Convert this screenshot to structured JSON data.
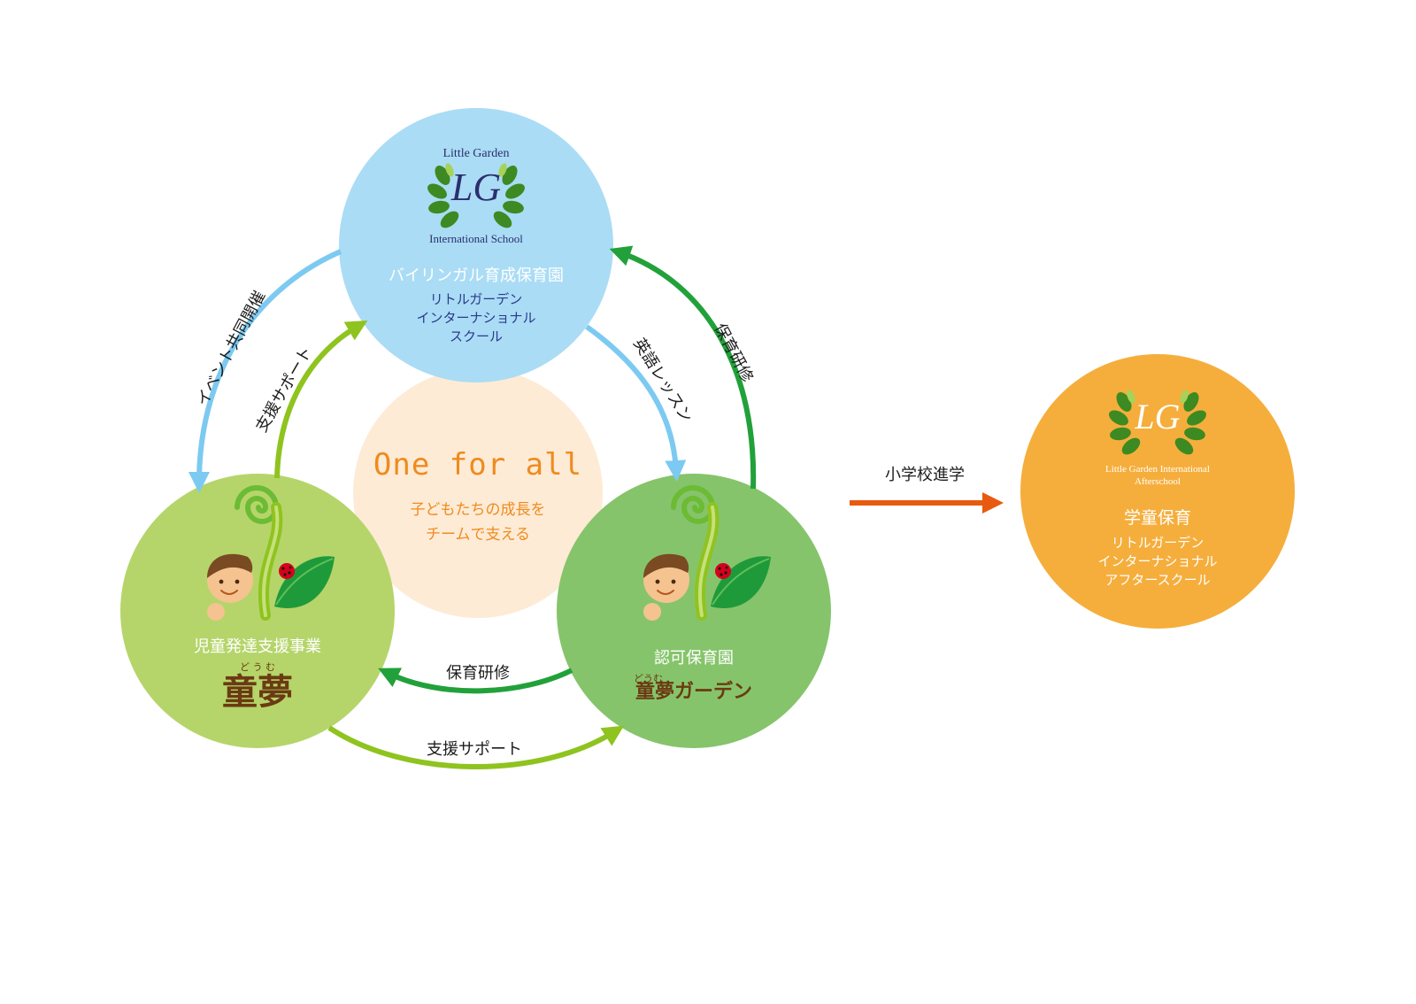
{
  "colors": {
    "blue_circle": "#aadcf5",
    "center_circle": "#fdebd6",
    "left_green": "#b5d56a",
    "right_green": "#86c46b",
    "orange_circle": "#f5ae3c",
    "arrow_blue": "#7ccaf1",
    "arrow_lime": "#8fc31f",
    "arrow_green": "#22a13a",
    "arrow_orange": "#e85a10",
    "brand_brown": "#6b3a12",
    "logo_navy": "#2b2f6e"
  },
  "top_node": {
    "logo_top": "Little Garden",
    "logo_mark": "LG",
    "logo_bottom": "International School",
    "category": "バイリンガル育成保育園",
    "name_lines": [
      "リトルガーデン",
      "インターナショナル",
      "スクール"
    ]
  },
  "center": {
    "slogan": "One for all",
    "tagline_lines": [
      "子どもたちの成長を",
      "チームで支える"
    ]
  },
  "left_node": {
    "icon": "sprout-child-icon",
    "category": "児童発達支援事業",
    "brand": "童夢",
    "ruby": "ど う む"
  },
  "right_node": {
    "icon": "sprout-child-icon",
    "category": "認可保育園",
    "brand": "童夢ガーデン",
    "ruby": "どうむ"
  },
  "far_node": {
    "logo_mark": "LG",
    "logo_line1": "Little Garden International",
    "logo_line2": "Afterschool",
    "category": "学童保育",
    "name_lines": [
      "リトルガーデン",
      "インターナショナル",
      "アフタースクール"
    ]
  },
  "edges": {
    "event": "イベント共同開催",
    "support_left": "支援サポート",
    "english": "英語レッスン",
    "training_right": "保育研修",
    "training_bottom": "保育研修",
    "support_bottom": "支援サポート",
    "elementary": "小学校進学"
  }
}
